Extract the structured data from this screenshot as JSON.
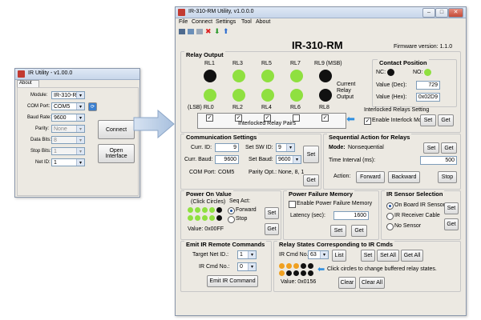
{
  "small_app": {
    "title": "IR Utility - v1.00.0",
    "tab": "About",
    "module_label": "Module:",
    "module_value": "IR-310-RM",
    "com_label": "COM Port:",
    "com_value": "COM5",
    "baud_label": "Baud Rate:",
    "baud_value": "9600",
    "parity_label": "Parity:",
    "parity_value": "None",
    "data_label": "Data Bits:",
    "data_value": "8",
    "stop_label": "Stop Bits:",
    "stop_value": "1",
    "netid_label": "Net ID:",
    "netid_value": "1",
    "connect_button": "Connect",
    "open_interface_button": "Open Interface"
  },
  "main_app": {
    "title": "IR-310-RM Utility, v1.0.0.0",
    "menu": [
      "File",
      "Connect",
      "Settings",
      "Tool",
      "About"
    ],
    "heading": "IR-310-RM",
    "firmware": "Firmware version:  1.1.0",
    "relay_output": {
      "title": "Relay Output",
      "top_labels": [
        "RL1",
        "RL3",
        "RL5",
        "RL7",
        "RL9 (MSB)"
      ],
      "bottom_labels": [
        "(LSB)  RL0",
        "RL2",
        "RL4",
        "RL6",
        "RL8"
      ],
      "top_colors": [
        "#111111",
        "#8fe040",
        "#8fe040",
        "#8fe040",
        "#111111"
      ],
      "bottom_colors": [
        "#8fe040",
        "#8fe040",
        "#8fe040",
        "#8fe040",
        "#111111"
      ],
      "current_label": "Current Relay Output",
      "interlocked_pairs_label": "Interlocked Relay Pairs",
      "pair_checks": [
        "✓",
        "✓",
        "✓",
        "",
        "✓"
      ]
    },
    "contact_position": {
      "title": "Contact Position",
      "nc_label": "NC:",
      "no_label": "NO:",
      "value_dec_label": "Value (Dec):",
      "value_dec": "729",
      "value_hex_label": "Value (Hex):",
      "value_hex": "0x02D9"
    },
    "interlocked_settings": {
      "title": "Interlocked Relays Setting",
      "enable_label": "Enable Interlock Mode",
      "set_button": "Set",
      "get_button": "Get"
    },
    "comm": {
      "title": "Communication Settings",
      "curr_id_label": "Curr. ID:",
      "curr_id": "9",
      "curr_baud_label": "Curr. Baud:",
      "curr_baud": "9600",
      "com_port_label": "COM Port:",
      "com_port": "COM5",
      "set_sw_id_label": "Set SW ID:",
      "set_sw_id": "9",
      "set_baud_label": "Set Baud:",
      "set_baud": "9600",
      "parity_label": "Parity Opt.:  None, 8, 1",
      "set_button": "Set",
      "get_button": "Get"
    },
    "sequential": {
      "title": "Sequential Action for Relays",
      "mode_label": "Mode:",
      "mode_value": "Nonsequential",
      "interval_label": "Time Interval (ms):",
      "interval_value": "500",
      "action_label": "Action:",
      "forward": "Forward",
      "backward": "Backward",
      "stop": "Stop",
      "set_button": "Set",
      "get_button": "Get"
    },
    "power_on": {
      "title": "Power On Value",
      "click_label": "(Click Circles)",
      "row1": [
        "#8fe040",
        "#8fe040",
        "#8fe040",
        "#8fe040",
        "#111111"
      ],
      "row2": [
        "#8fe040",
        "#8fe040",
        "#8fe040",
        "#8fe040",
        "#111111"
      ],
      "value_label": "Value:  0x00FF",
      "seq_act_label": "Seq Act:",
      "forward": "Forward",
      "stop": "Stop",
      "set_button": "Set",
      "get_button": "Get"
    },
    "power_failure": {
      "title": "Power Failure Memory",
      "enable_label": "Enable Power Failure Memory",
      "latency_label": "Latency (sec):",
      "latency_value": "1600",
      "set_button": "Set",
      "get_button": "Get"
    },
    "ir_sensor": {
      "title": "IR Sensor Selection",
      "options": [
        "On Board IR Sensor",
        "IR Receiver Cable",
        "No Sensor"
      ],
      "set_button": "Set",
      "get_button": "Get"
    },
    "emit": {
      "title": "Emit IR Remote Commands",
      "target_label": "Target Net ID.:",
      "target_value": "1",
      "cmd_label": "IR Cmd No.:",
      "cmd_value": "0",
      "emit_button": "Emit IR Command"
    },
    "relay_states": {
      "title": "Relay States Corresponding to IR Cmds",
      "cmd_label": "IR Cmd No.:",
      "cmd_value": "63",
      "list_button": "List",
      "set_button": "Set",
      "set_all_button": "Set All",
      "get_all_button": "Get All",
      "row1": [
        "#f0a020",
        "#f0a020",
        "#f0a020",
        "#111111",
        "#111111"
      ],
      "row2": [
        "#f0a020",
        "#111111",
        "#111111",
        "#111111",
        "#111111"
      ],
      "hint": "Click circles to change buffered relay states.",
      "value_label": "Value:  0x0156",
      "clear_button": "Clear",
      "clear_all_button": "Clear All"
    }
  }
}
